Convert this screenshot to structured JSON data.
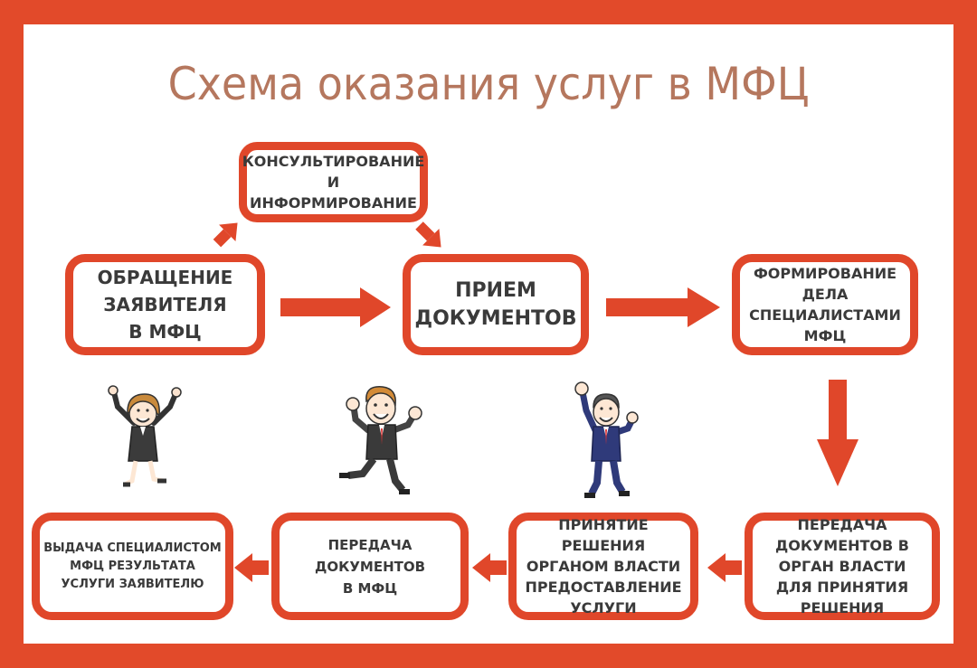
{
  "title": "Схема оказания услуг в МФЦ",
  "boxes": {
    "consult": [
      "КОНСУЛЬТИРОВАНИЕ",
      "И ИНФОРМИРОВАНИЕ"
    ],
    "appeal": [
      "ОБРАЩЕНИЕ",
      "ЗАЯВИТЕЛЯ",
      "В МФЦ"
    ],
    "accept": [
      "ПРИЕМ",
      "ДОКУМЕНТОВ"
    ],
    "form": [
      "ФОРМИРОВАНИЕ",
      "ДЕЛА СПЕЦИАЛИСТАМИ",
      "МФЦ"
    ],
    "transfer": [
      "ПЕРЕДАЧА",
      "ДОКУМЕНТОВ В",
      "ОРГАН ВЛАСТИ",
      "ДЛЯ ПРИНЯТИЯ РЕШЕНИЯ"
    ],
    "decision": [
      "ПРИНЯТИЕ РЕШЕНИЯ",
      "ОРГАНОМ ВЛАСТИ",
      "ПРЕДОСТАВЛЕНИЕ",
      "УСЛУГИ"
    ],
    "docs": [
      "ПЕРЕДАЧА ДОКУМЕНТОВ",
      "В МФЦ"
    ],
    "issue": [
      "ВЫДАЧА СПЕЦИАЛИСТОМ",
      "МФЦ РЕЗУЛЬТАТА",
      "УСЛУГИ ЗАЯВИТЕЛЮ"
    ]
  },
  "colors": {
    "accent": "#e0472a",
    "frame": "#e24a2a",
    "title": "#b5775e",
    "text": "#3a3a3a"
  },
  "illustrations": [
    "woman-cheering-icon",
    "man-jumping-icon",
    "man-fist-raised-icon"
  ]
}
